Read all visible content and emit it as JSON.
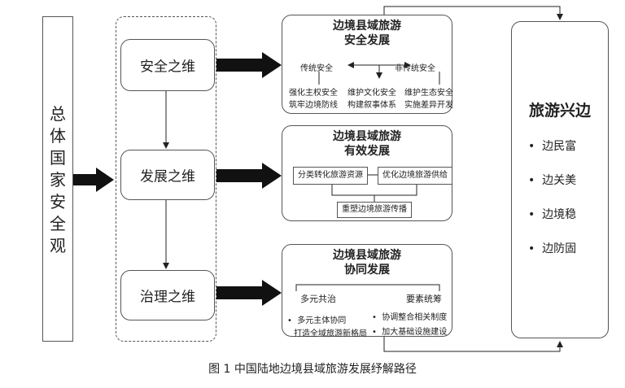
{
  "left_box": {
    "chars": [
      "总",
      "体",
      "国",
      "家",
      "安",
      "全",
      "观"
    ]
  },
  "dimensions": [
    "安全之维",
    "发展之维",
    "治理之维"
  ],
  "panel_security": {
    "title_line1": "边境县域旅游",
    "title_line2": "安全发展",
    "left_label": "传统安全",
    "right_label": "非传统安全",
    "items": [
      {
        "line1": "强化主权安全",
        "line2": "筑牢边境防线"
      },
      {
        "line1": "维护文化安全",
        "line2": "构建叙事体系"
      },
      {
        "line1": "维护生态安全",
        "line2": "实施差异开发"
      }
    ]
  },
  "panel_effective": {
    "title_line1": "边境县域旅游",
    "title_line2": "有效发展",
    "box_left": "分类转化旅游资源",
    "box_right": "优化边境旅游供给",
    "box_bottom": "重塑边境旅游传播"
  },
  "panel_coordinated": {
    "title_line1": "边境县域旅游",
    "title_line2": "协同发展",
    "left_head": "多元共治",
    "right_head": "要素统筹",
    "left_items": [
      "多元主体协同",
      "打造全域旅游新格局"
    ],
    "right_items": [
      "协调整合相关制度",
      "加大基础设施建设"
    ]
  },
  "right_box": {
    "title": "旅游兴边",
    "items": [
      "边民富",
      "边关美",
      "边境稳",
      "边防固"
    ]
  },
  "caption": "图 1    中国陆地边境县域旅游发展纾解路径"
}
